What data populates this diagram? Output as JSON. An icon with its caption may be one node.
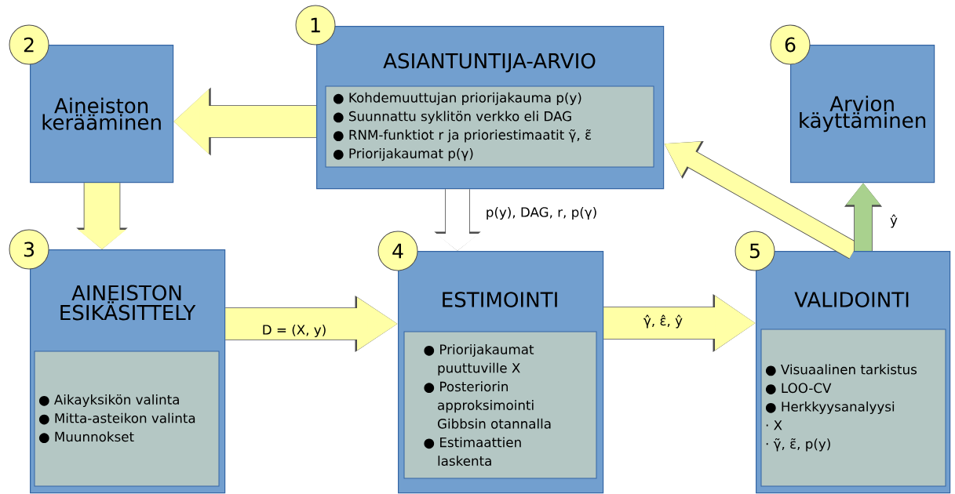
{
  "diagram": {
    "nodes": [
      {
        "text": [
          "1"
        ]
      },
      {
        "text": [
          "ASIANTUNTIJA-ARVIO"
        ]
      },
      {
        "text": [
          "● Kohdemuuttujan priorijakauma p(y)",
          "● Suunnattu syklitön verkko eli DAG",
          "● RNM-funktiot r ja prioriestimaatit γ̃, ε̃",
          "● Priorijakaumat p(γ)"
        ],
        "in": 1
      },
      {
        "text": [
          "2"
        ]
      },
      {
        "text": [
          "Aineiston kerääminen"
        ]
      },
      {
        "text": [
          "6"
        ]
      },
      {
        "text": [
          "Arvion käyttäminen"
        ]
      },
      {
        "text": [
          "3"
        ]
      },
      {
        "text": [
          "AINEISTON ESIKÄSITTELY"
        ]
      },
      {
        "text": [
          "● Aikayksikön valinta",
          "● Mitta-asteikon valinta",
          "● Muunnokset"
        ],
        "in": 8
      },
      {
        "text": [
          "4"
        ]
      },
      {
        "text": [
          "ESTIMOINTI"
        ]
      },
      {
        "text": [
          "● Priorijakaumat puuttuville X",
          "● Posteriorin approksimointi Gibbsin otannalla",
          "● Estimaattien laskenta"
        ],
        "in": 11
      },
      {
        "text": [
          "5"
        ]
      },
      {
        "text": [
          "VALIDOINTI"
        ]
      },
      {
        "text": [
          "● Visuaalinen tarkistus",
          "● LOO-CV",
          "● Herkkyysanalyysi",
          "· X",
          "· γ̃, ε̃, p(y)"
        ],
        "in": 14
      }
    ],
    "edges": [
      {
        "from": 1,
        "to": 4,
        "arrow": "to"
      },
      {
        "from": 4,
        "to": 8,
        "arrow": "to"
      },
      {
        "from": 1,
        "to": 11,
        "arrow": "to",
        "label": "p(y), DAG, r, p(γ)",
        "color": "#ffffff"
      },
      {
        "from": 8,
        "to": 11,
        "arrow": "to",
        "label": "D = (X, y)"
      },
      {
        "from": 11,
        "to": 14,
        "arrow": "to",
        "label": "γ̂, ε̂, ŷ"
      },
      {
        "from": 14,
        "to": 1,
        "arrow": "to"
      },
      {
        "from": 14,
        "to": 6,
        "arrow": "to",
        "label": "ŷ",
        "color": "#a9d18e"
      }
    ]
  }
}
